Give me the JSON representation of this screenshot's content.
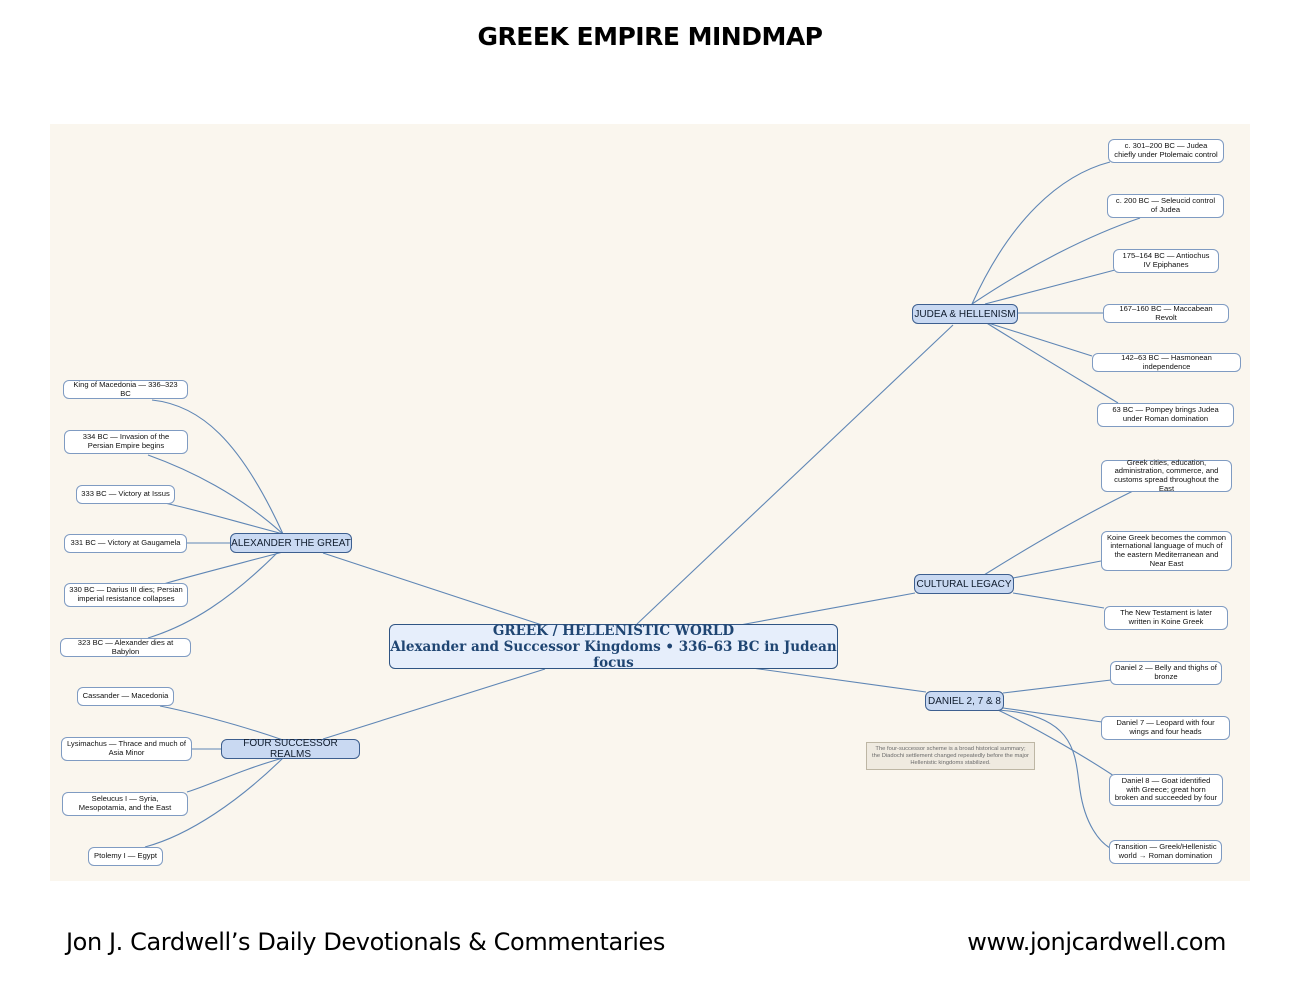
{
  "title": "GREEK EMPIRE MINDMAP",
  "root": {
    "line1": "GREEK / HELLENISTIC WORLD",
    "line2": "Alexander and Successor Kingdoms • 336–63 BC in Judean focus"
  },
  "branches": {
    "alexander": {
      "label": "ALEXANDER THE GREAT",
      "leaves": [
        "King of Macedonia — 336–323 BC",
        "334 BC — Invasion of the Persian Empire begins",
        "333 BC — Victory at Issus",
        "331 BC — Victory at Gaugamela",
        "330 BC — Darius III dies; Persian imperial resistance collapses",
        "323 BC — Alexander dies at Babylon"
      ]
    },
    "successors": {
      "label": "FOUR SUCCESSOR REALMS",
      "leaves": [
        "Cassander — Macedonia",
        "Lysimachus — Thrace and much of Asia Minor",
        "Seleucus I — Syria, Mesopotamia, and the East",
        "Ptolemy I — Egypt"
      ]
    },
    "judea": {
      "label": "JUDEA & HELLENISM",
      "leaves": [
        "c. 301–200 BC — Judea chiefly under Ptolemaic control",
        "c. 200 BC — Seleucid control of Judea",
        "175–164 BC — Antiochus IV Epiphanes",
        "167–160 BC — Maccabean Revolt",
        "142–63 BC — Hasmonean independence",
        "63 BC — Pompey brings Judea under Roman domination"
      ]
    },
    "cultural": {
      "label": "CULTURAL LEGACY",
      "leaves": [
        "Greek cities, education, administration, commerce, and customs spread throughout the East",
        "Koine Greek becomes the common international language of much of the eastern Mediterranean and Near East",
        "The New Testament is later written in Koine Greek"
      ]
    },
    "daniel": {
      "label": "DANIEL 2, 7 & 8",
      "leaves": [
        "Daniel 2 — Belly and thighs of bronze",
        "Daniel 7 — Leopard with four wings and four heads",
        "Daniel 8 — Goat identified with Greece; great horn broken and succeeded by four",
        "Transition — Greek/Hellenistic world → Roman domination"
      ]
    }
  },
  "note": "The four-successor scheme is a broad historical summary; the Diadochi settlement changed repeatedly before the major Hellenistic kingdoms stabilized.",
  "footer": {
    "left": "Jon J. Cardwell’s Daily Devotionals & Commentaries",
    "right": "www.jonjcardwell.com"
  },
  "colors": {
    "canvas": "#faf6ee",
    "link": "#5f86b5",
    "root_fill": "#e6eefb",
    "root_text": "#1f4572",
    "branch_fill": "#c9d9f2"
  }
}
